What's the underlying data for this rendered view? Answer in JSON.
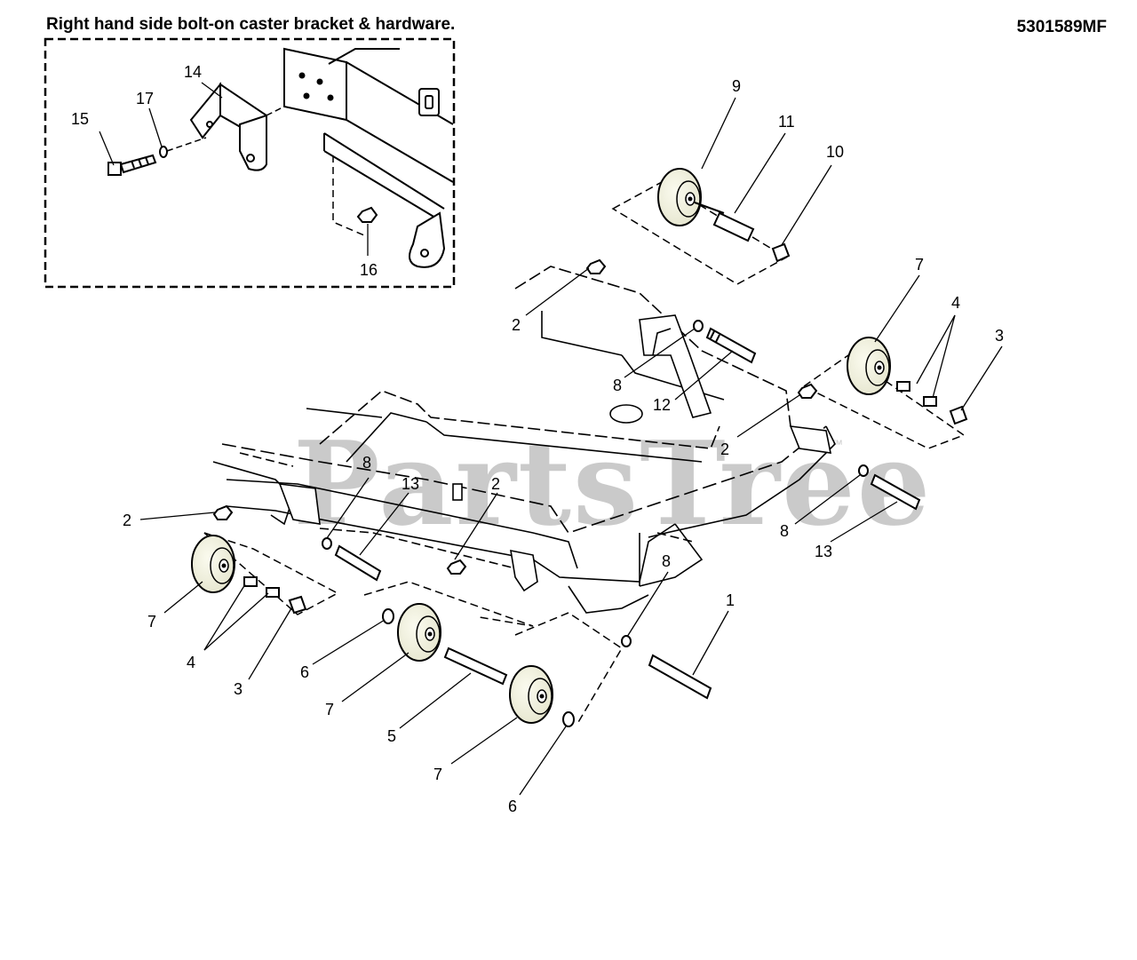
{
  "header": {
    "inset_title": "Right hand side bolt-on caster bracket & hardware.",
    "drawing_number": "5301589MF"
  },
  "watermark": {
    "text": "PartsTree",
    "tm": "™",
    "color": "#c8c8c8"
  },
  "callouts": {
    "c1": "1",
    "c2a": "2",
    "c2b": "2",
    "c2c": "2",
    "c2d": "2",
    "c3a": "3",
    "c3b": "3",
    "c4a": "4",
    "c4b": "4",
    "c5": "5",
    "c6a": "6",
    "c6b": "6",
    "c7a": "7",
    "c7b": "7",
    "c7c": "7",
    "c7d": "7",
    "c8a": "8",
    "c8b": "8",
    "c8c": "8",
    "c8d": "8",
    "c9": "9",
    "c10": "10",
    "c11": "11",
    "c12": "12",
    "c13a": "13",
    "c13b": "13",
    "c14": "14",
    "c15": "15",
    "c16": "16",
    "c17": "17"
  }
}
